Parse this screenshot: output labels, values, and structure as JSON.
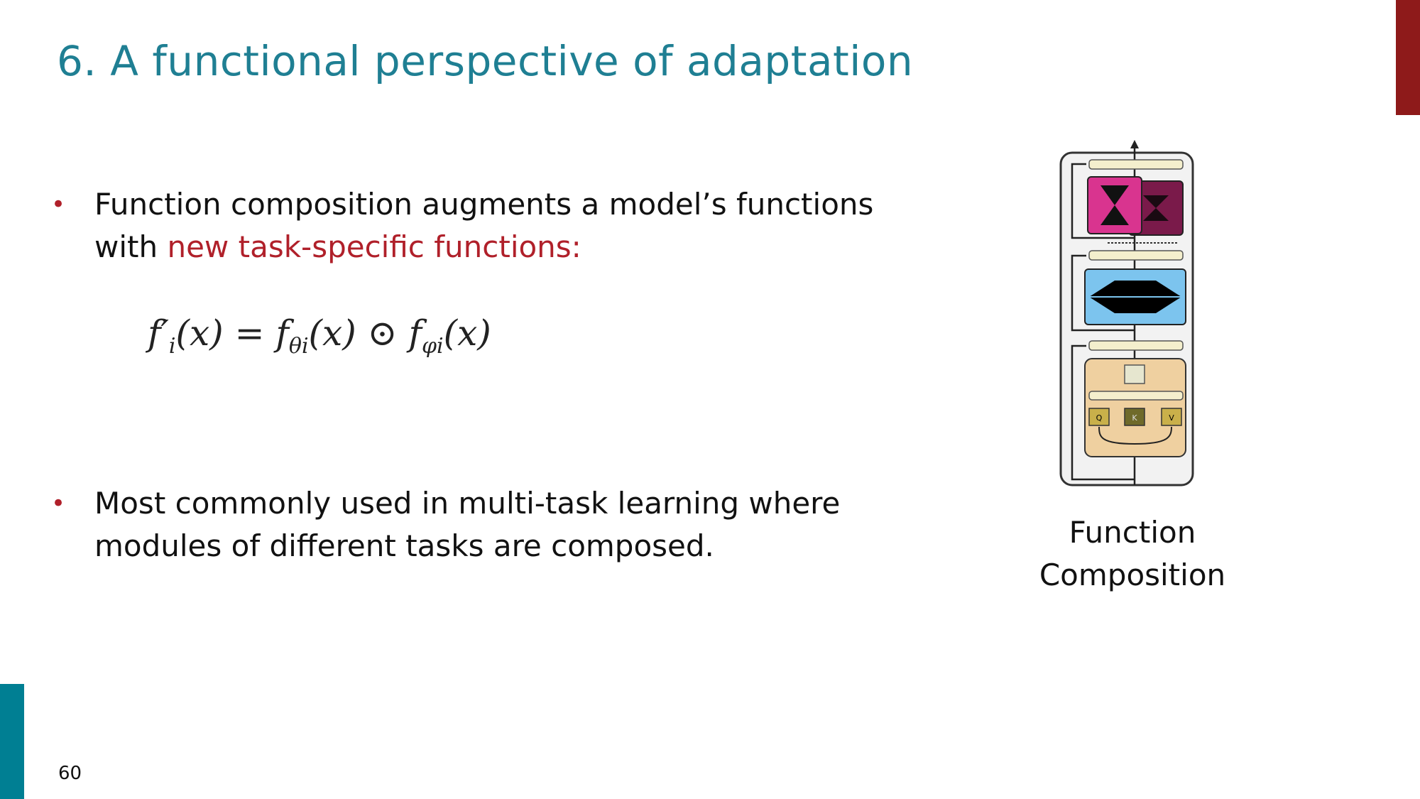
{
  "slide": {
    "title": "6. A functional perspective of adaptation",
    "page_number": "60"
  },
  "bullets": [
    {
      "marker": "•",
      "line1": "Function composition augments a model’s functions",
      "line2_plain": "with ",
      "line2_highlight": "new task-specific functions:"
    },
    {
      "marker": "•",
      "line1": "Most commonly used in multi-task learning where",
      "line2_plain": "modules of different tasks are composed."
    }
  ],
  "formula": {
    "lhs": "f′",
    "lhs_sub": "i",
    "lhs_arg": "(x) = ",
    "f1": "f",
    "f1_sub": "θi",
    "f1_arg": "(x) ⊙ ",
    "f2": "f",
    "f2_sub": "φi",
    "f2_arg": "(x)"
  },
  "figure": {
    "caption_line1": "Function",
    "caption_line2": "Composition",
    "attention_labels": [
      "Q",
      "K",
      "V"
    ],
    "colors": {
      "magenta_block": "#d9348f",
      "dark_magenta_block": "#7a1a4a",
      "blue_block": "#7cc4ee",
      "tan_block": "#efd0a0",
      "cream_bar": "#f4efcd",
      "olive_box": "#c9b04a",
      "olive_dark_box": "#6f6a2a"
    }
  }
}
